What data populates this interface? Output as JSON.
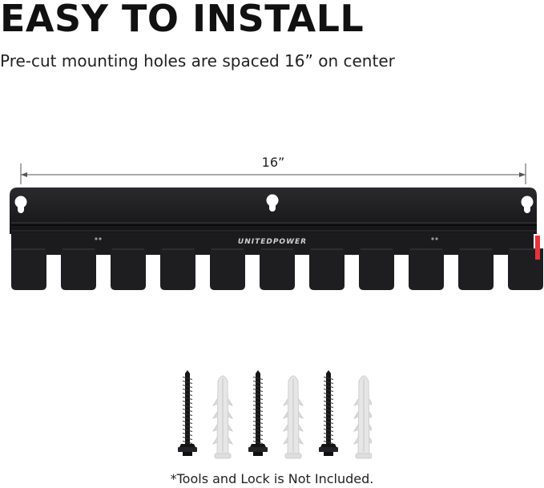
{
  "headline": "EASY TO INSTALL",
  "subheadline": "Pre-cut mounting holes are spaced 16” on center",
  "dimension_label": "16”",
  "brand_mark": "UNITEDPOWER",
  "footnote": "*Tools and Lock is Not Included.",
  "colors": {
    "rack": "#1e1e20",
    "tool_accent": "#e8323c",
    "anchor": "#e6e6e6",
    "screw": "#151515"
  },
  "icons": [
    "tool-rack-icon",
    "mounting-screw-icon",
    "wall-anchor-icon"
  ]
}
